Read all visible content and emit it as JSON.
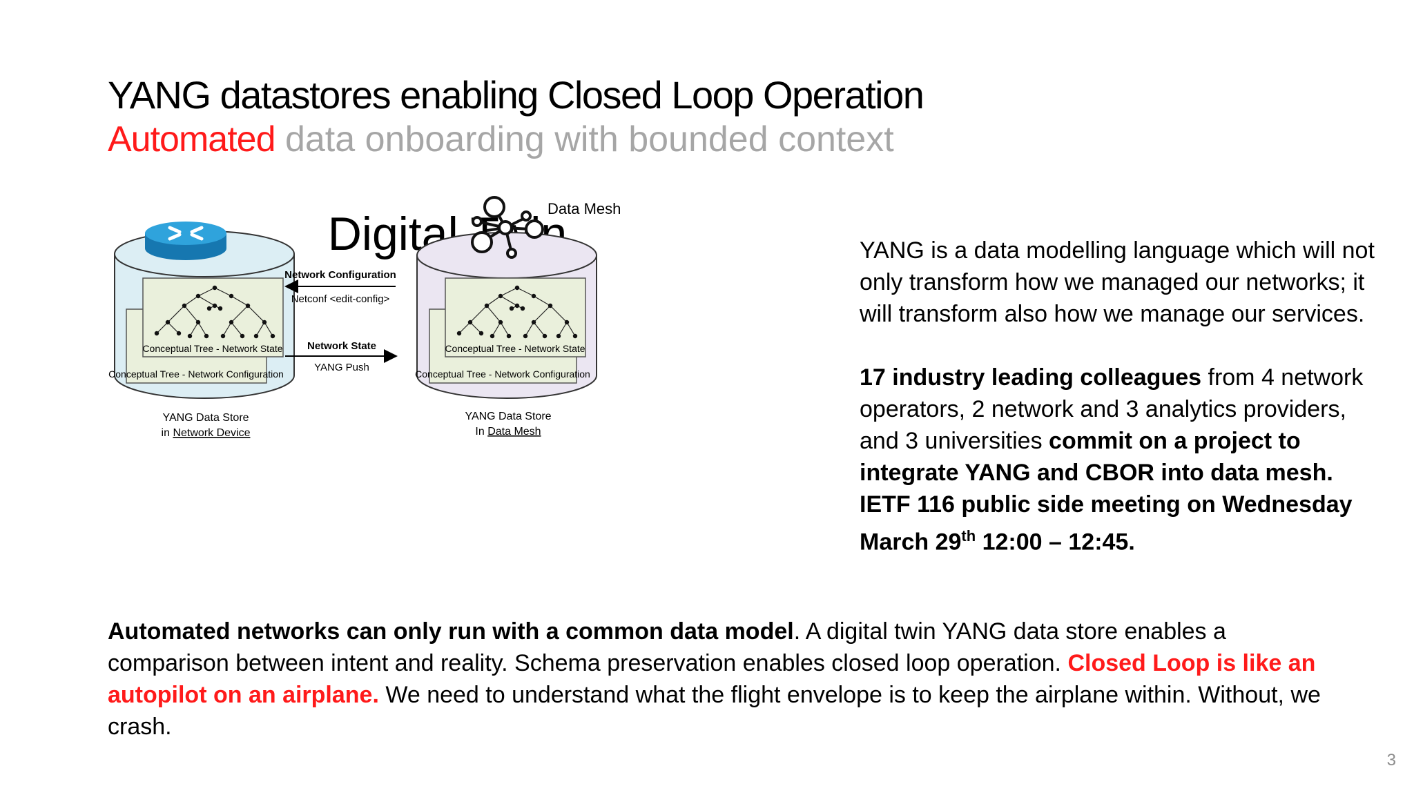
{
  "slide": {
    "title": "YANG datastores enabling Closed Loop Operation",
    "subtitle_accent": "Automated",
    "subtitle_rest": " data onboarding with bounded context",
    "page_number": "3"
  },
  "diagram": {
    "heading": "Digital Twin",
    "data_mesh_label": "Data Mesh",
    "left_store": {
      "tree_top_label": "Conceptual Tree - Network State",
      "tree_bottom_label": "Conceptual Tree - Network Configuration",
      "caption_line1": "YANG Data Store",
      "caption_prefix": "in ",
      "caption_link": "Network Device"
    },
    "right_store": {
      "tree_top_label": "Conceptual Tree - Network State",
      "tree_bottom_label": "Conceptual Tree - Network Configuration",
      "caption_line1": "YANG Data Store",
      "caption_prefix": "In ",
      "caption_link": "Data Mesh"
    },
    "arrow_top": {
      "title": "Network Configuration",
      "subtitle": "Netconf <edit-config>"
    },
    "arrow_bottom": {
      "title": "Network State",
      "subtitle": "YANG Push"
    },
    "colors": {
      "left_cylinder": "#dceef4",
      "right_cylinder": "#ebe6f2",
      "tree_panel": "#eaf0dc",
      "router": "#1e8fc7"
    }
  },
  "right_text": {
    "p1": "YANG is a data modelling language which will not only transform how we managed our networks; it will transform also how we manage our services.",
    "p2_bold1": "17 industry leading colleagues",
    "p2_text1": " from 4 network operators, 2 network and 3 analytics providers, and 3 universities ",
    "p2_bold2": "commit on a project to integrate YANG and CBOR into data mesh. IETF 116 public side meeting on Wednesday March 29",
    "p2_sup": "th",
    "p2_bold3": " 12:00 – 12:45."
  },
  "bottom_text": {
    "bold": "Automated networks can only run with a common data model",
    "text1": ". A digital twin YANG data store enables a comparison between intent and reality. Schema preservation enables closed loop operation. ",
    "red": "Closed Loop is like an autopilot on an airplane.",
    "text2": " We need to understand what the flight envelope is to keep the airplane within. Without, we crash."
  }
}
